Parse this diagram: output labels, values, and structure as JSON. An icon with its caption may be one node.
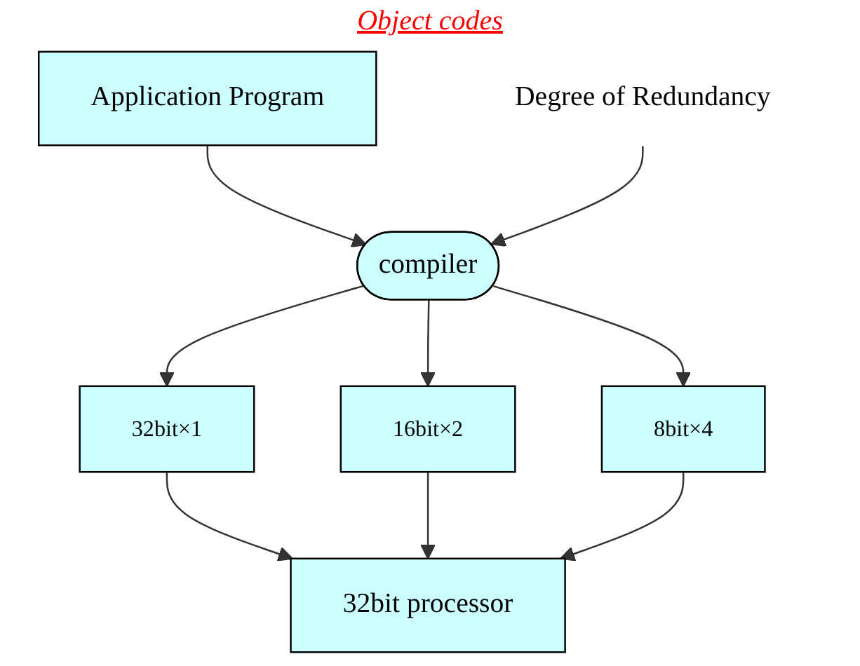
{
  "diagram": {
    "nodes": [
      {
        "text": [
          "32bit processor"
        ]
      },
      {
        "text": [
          "Application Program"
        ]
      },
      {
        "text": [
          "compiler"
        ]
      },
      {
        "text": [
          "Degree of Redundancy"
        ]
      },
      {
        "text": [
          "32bit×1"
        ]
      },
      {
        "text": [
          "16bit×2"
        ]
      },
      {
        "text": [
          "8bit×4"
        ]
      }
    ],
    "edges": [
      {
        "from": 1,
        "to": 2,
        "arrow": "to"
      },
      {
        "from": 3,
        "to": 2,
        "arrow": "to"
      },
      {
        "from": 2,
        "to": 4,
        "arrow": "to"
      },
      {
        "from": 2,
        "to": 5,
        "arrow": "to"
      },
      {
        "from": 2,
        "to": 6,
        "arrow": "to"
      },
      {
        "from": 4,
        "to": 0,
        "arrow": "to"
      },
      {
        "from": 5,
        "to": 0,
        "arrow": "to"
      },
      {
        "from": 6,
        "to": 0,
        "arrow": "to"
      }
    ],
    "labels": [
      "Object codes"
    ]
  }
}
